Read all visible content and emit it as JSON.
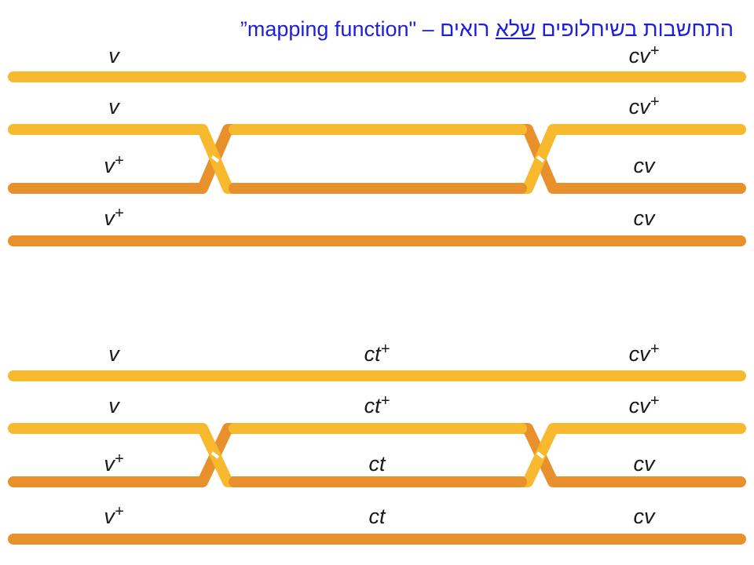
{
  "title": {
    "prefix": "התחשבות בשיחלופים",
    "underlined": "שלא",
    "rest": "רואים –",
    "quoted": "”mapping function\""
  },
  "colors": {
    "title": "#1f1fd8",
    "yellow_chromosome": "#f7b92d",
    "orange_chromosome": "#e8912c"
  },
  "diagrams": [
    {
      "labels": [
        {
          "left": "v",
          "left_sup": "",
          "middle": "",
          "middle_sup": "",
          "right": "cv",
          "right_sup": "+"
        },
        {
          "left": "v",
          "left_sup": "",
          "middle": "",
          "middle_sup": "",
          "right": "cv",
          "right_sup": "+"
        },
        {
          "left": "v",
          "left_sup": "+",
          "middle": "",
          "middle_sup": "",
          "right": "cv",
          "right_sup": ""
        },
        {
          "left": "v",
          "left_sup": "+",
          "middle": "",
          "middle_sup": "",
          "right": "cv",
          "right_sup": ""
        }
      ]
    },
    {
      "labels": [
        {
          "left": "v",
          "left_sup": "",
          "middle": "ct",
          "middle_sup": "+",
          "right": "cv",
          "right_sup": "+"
        },
        {
          "left": "v",
          "left_sup": "",
          "middle": "ct",
          "middle_sup": "+",
          "right": "cv",
          "right_sup": "+"
        },
        {
          "left": "v",
          "left_sup": "+",
          "middle": "ct",
          "middle_sup": "",
          "right": "cv",
          "right_sup": ""
        },
        {
          "left": "v",
          "left_sup": "+",
          "middle": "ct",
          "middle_sup": "",
          "right": "cv",
          "right_sup": ""
        }
      ]
    }
  ]
}
